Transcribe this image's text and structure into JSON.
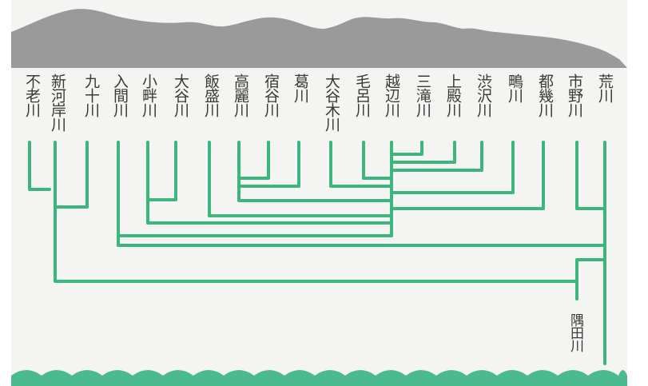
{
  "colors": {
    "mountain": "#9a9a9a",
    "river": "#3db67e",
    "sea": "#4bba8f",
    "paper": "#f4f4f2",
    "text": "#3a3a3a"
  },
  "rivers": {
    "furou": "不老川",
    "shingashi": "新河岸川",
    "kuju": "九十川",
    "iruma": "入間川",
    "koaze": "小畔川",
    "oya": "大谷川",
    "hanmori": "飯盛川",
    "koma": "高麗川",
    "shukuya": "宿谷川",
    "kuzu": "葛川",
    "oyagi": "大谷木川",
    "moro": "毛呂川",
    "ogose": "越辺川",
    "mitaki": "三滝川",
    "kamidono": "上殿川",
    "shibusawa": "渋沢川",
    "shigi": "鴫川",
    "toiku": "都幾川",
    "ichino": "市野川",
    "ara": "荒川"
  },
  "downstream": {
    "sumida": "隅田川"
  }
}
